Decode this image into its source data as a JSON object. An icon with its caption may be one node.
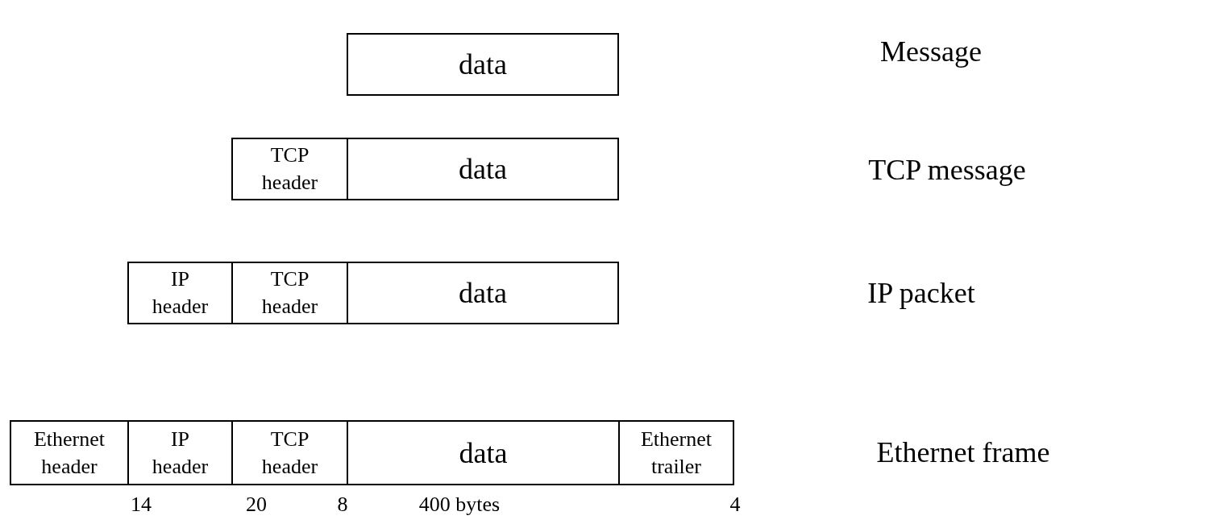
{
  "diagram": {
    "nodes": [
      {
        "text": [
          "data"
        ]
      },
      {
        "text": [
          "TCP header"
        ]
      },
      {
        "text": [
          "data"
        ]
      },
      {
        "text": [
          "IP header"
        ]
      },
      {
        "text": [
          "TCP header"
        ]
      },
      {
        "text": [
          "data"
        ]
      },
      {
        "text": [
          "Ethernet header"
        ]
      },
      {
        "text": [
          "IP header"
        ]
      },
      {
        "text": [
          "TCP header"
        ]
      },
      {
        "text": [
          "data"
        ]
      },
      {
        "text": [
          "Ethernet trailer"
        ]
      }
    ],
    "labels": [
      "Message",
      "TCP message",
      "IP packet",
      "Ethernet frame",
      "14",
      "20",
      "8",
      "400 bytes",
      "4"
    ]
  }
}
